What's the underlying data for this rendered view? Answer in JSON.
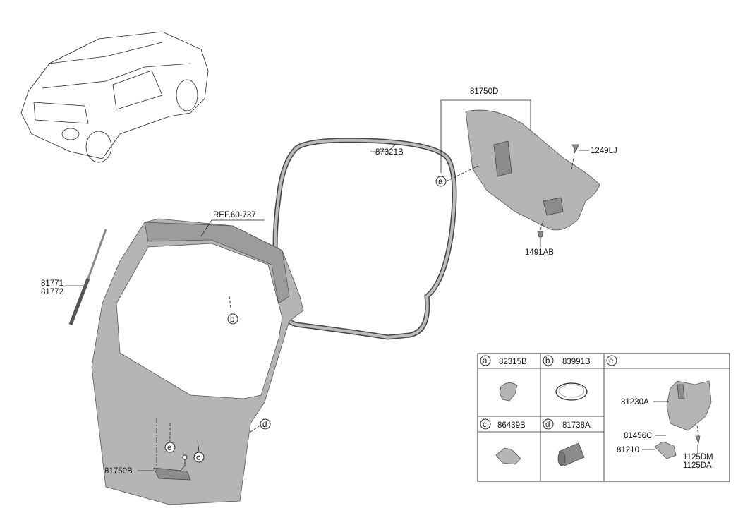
{
  "labels": {
    "trim_panel": "81750D",
    "bolt_1249": "1249LJ",
    "clip_1491": "1491AB",
    "weatherstrip": "87321B",
    "ref": "REF.60-737",
    "lifter_1": "81771",
    "lifter_2": "81772",
    "handle": "81750B"
  },
  "callouts": {
    "a": "a",
    "b": "b",
    "c": "c",
    "d": "d",
    "e": "e"
  },
  "table": {
    "cells": [
      {
        "letter": "a",
        "part": "82315B"
      },
      {
        "letter": "b",
        "part": "83991B"
      },
      {
        "letter": "c",
        "part": "86439B"
      },
      {
        "letter": "d",
        "part": "81738A"
      }
    ],
    "e_cell": {
      "letter": "e",
      "parts": [
        "81230A",
        "81456C",
        "81210",
        "1125DM",
        "1125DA"
      ]
    }
  },
  "colors": {
    "part_fill": "#b5b5b5",
    "line": "#222222"
  }
}
